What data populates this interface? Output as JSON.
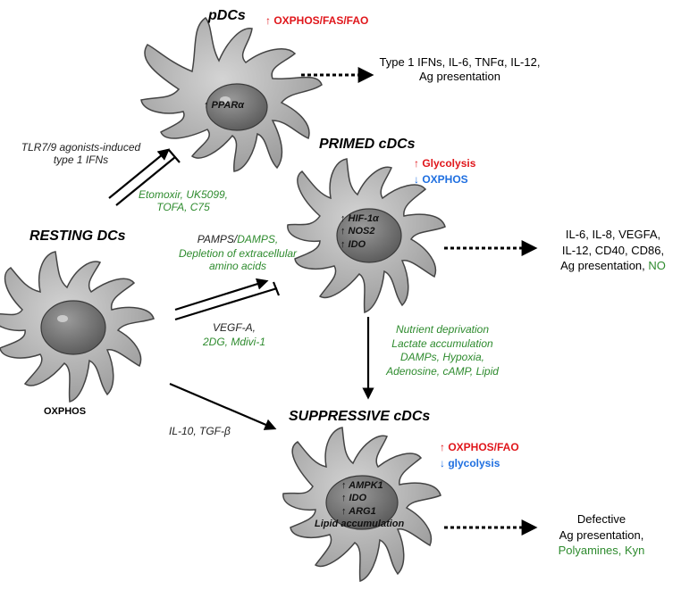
{
  "colors": {
    "up": "#e0161b",
    "down": "#1f6fe0",
    "inhibitor": "#2e8b2e",
    "cell_body": "#b9b9b9",
    "nucleus": "#7d7d7d"
  },
  "pdc": {
    "title": "pDCs",
    "metabolism_up": "↑ OXPHOS/FAS/FAO",
    "marker": "↑ PPARα",
    "outputs": [
      "Type 1 IFNs, IL-6, TNFα, IL-12,",
      "Ag presentation"
    ]
  },
  "resting": {
    "title": "RESTING DCs",
    "metabolism": "OXPHOS"
  },
  "primed": {
    "title": "PRIMED cDCs",
    "metabolism_up": "↑ Glycolysis",
    "metabolism_down": "↓ OXPHOS",
    "markers": [
      "↑ HIF-1α",
      "↑ NOS2",
      "↑ IDO"
    ],
    "outputs_line1": "IL-6, IL-8, VEGFA,",
    "outputs_line2": "IL-12, CD40, CD86,",
    "outputs_line3_prefix": "Ag presentation, ",
    "outputs_line3_green": "NO"
  },
  "suppressive": {
    "title": "SUPPRESSIVE cDCs",
    "metabolism_up": "↑ OXPHOS/FAO",
    "metabolism_down": "↓ glycolysis",
    "markers": [
      "↑ AMPK1",
      "↑ IDO",
      "↑ ARG1",
      "Lipid accumulation"
    ],
    "outputs": [
      "Defective",
      "Ag presentation,"
    ],
    "outputs_green": "Polyamines, Kyn"
  },
  "labels": {
    "tlr": [
      "TLR7/9 agonists-induced",
      "type 1 IFNs"
    ],
    "pdc_inhibitors": [
      "Etomoxir, UK5099,",
      "TOFA, C75"
    ],
    "pamps_prefix": "PAMPS/",
    "pamps_green": "DAMPS,",
    "depletion": [
      "Depletion of extracellular",
      "amino acids"
    ],
    "vegf": "VEGF-A,",
    "primed_inhibitors": "2DG, Mdivi-1",
    "nutrient": [
      "Nutrient deprivation",
      "Lactate accumulation",
      "DAMPs, Hypoxia,",
      "Adenosine, cAMP, Lipid"
    ],
    "il10": "IL-10, TGF-β"
  }
}
